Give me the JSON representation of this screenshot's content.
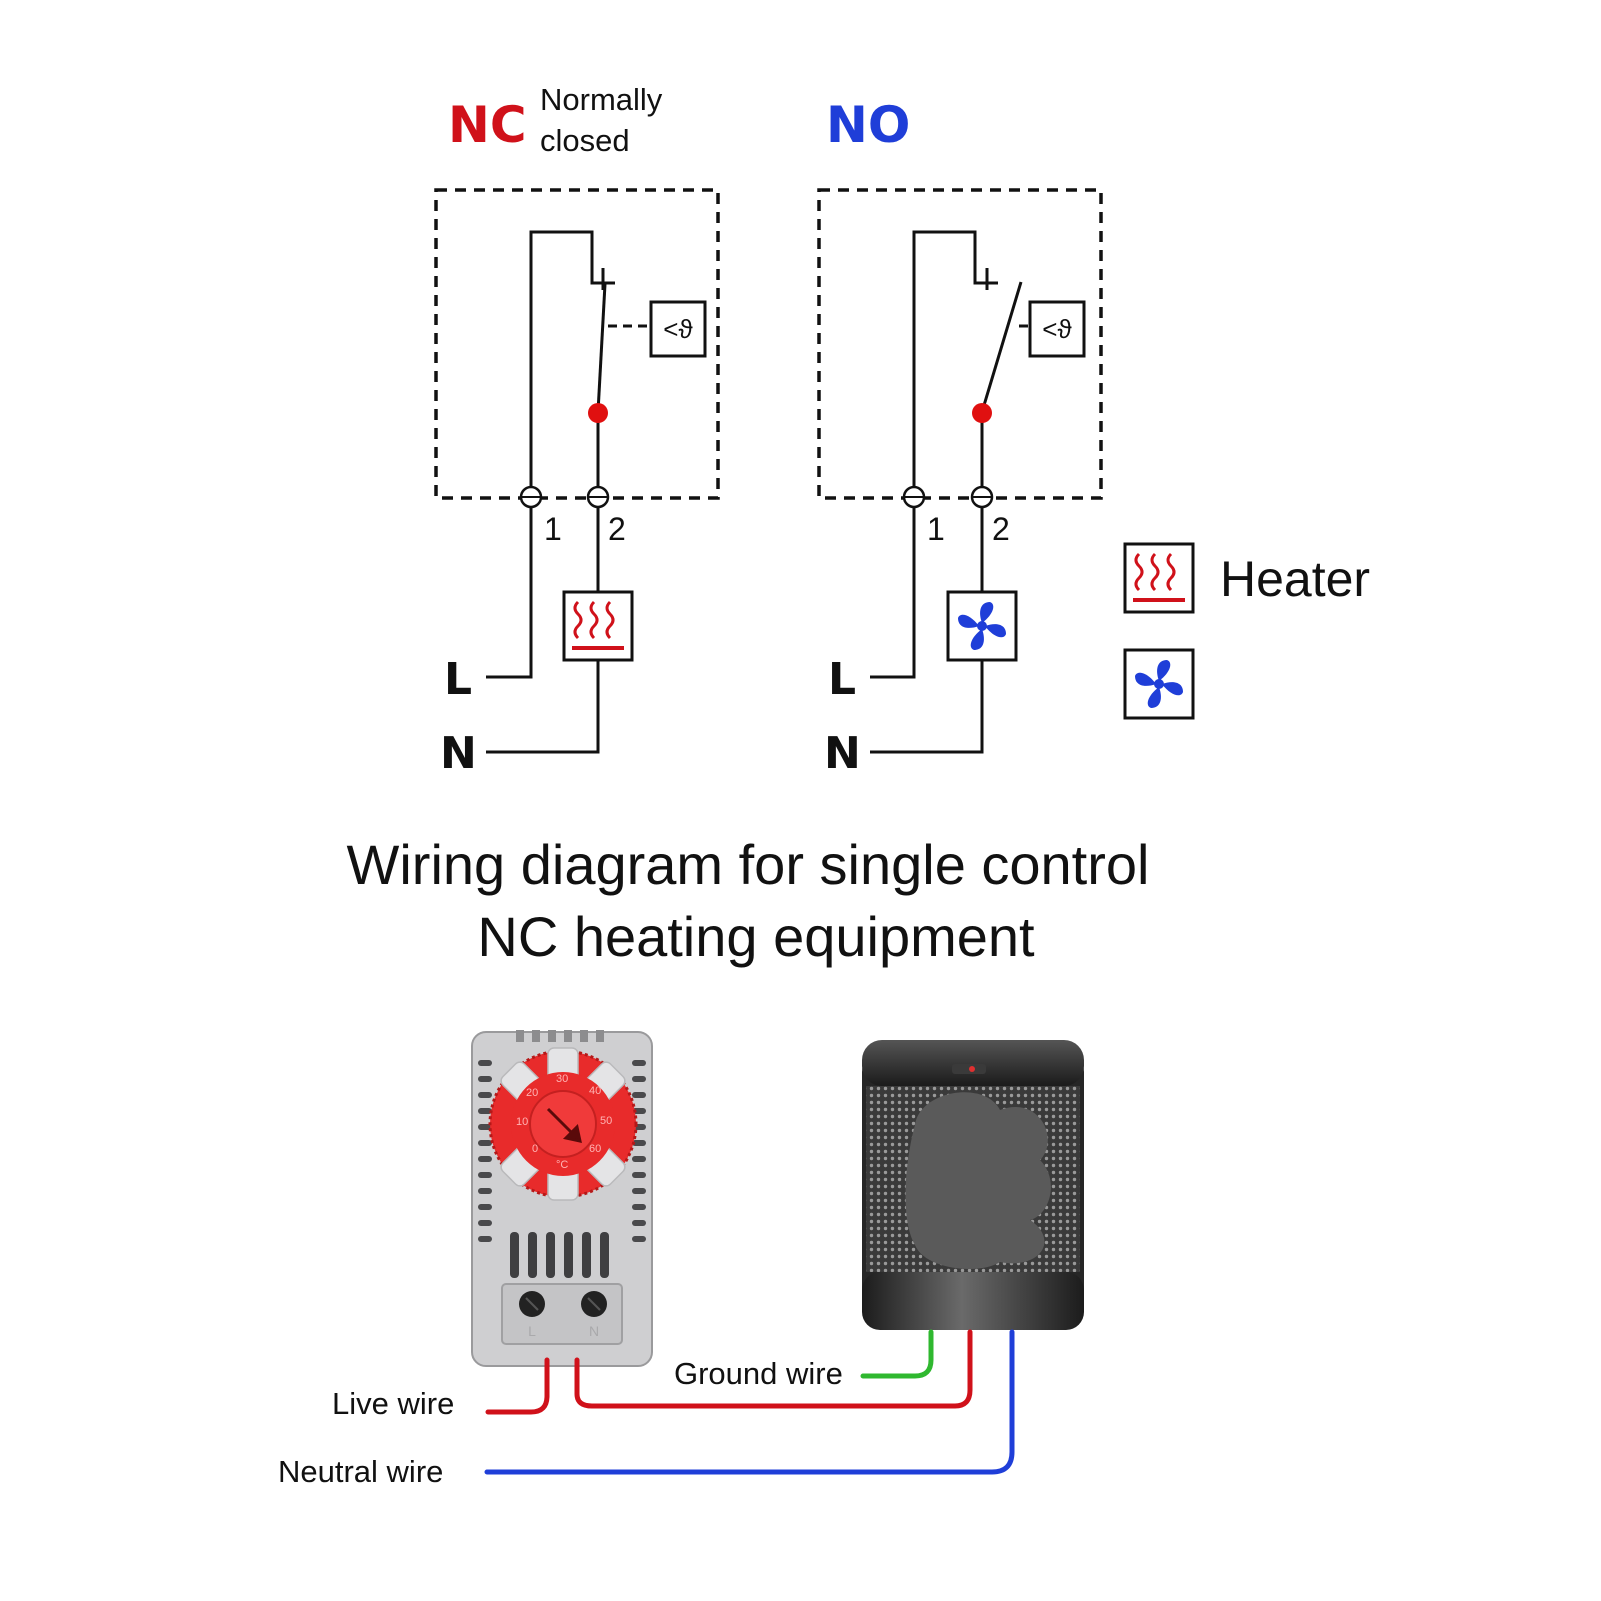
{
  "nc_panel": {
    "code": "NC",
    "desc_line1": "Normally",
    "desc_line2": "closed",
    "terminal_1": "1",
    "terminal_2": "2",
    "line_label": "L",
    "neutral_label": "N"
  },
  "no_panel": {
    "code": "NO",
    "terminal_1": "1",
    "terminal_2": "2",
    "line_label": "L",
    "neutral_label": "N"
  },
  "legend": {
    "heater_label": "Heater"
  },
  "caption": {
    "line1": "Wiring diagram for single control",
    "line2": "NC heating equipment"
  },
  "thermostat": {
    "scale": [
      "0",
      "10",
      "20",
      "30",
      "40",
      "50",
      "60"
    ],
    "unit": "°C",
    "terminal_left": "L",
    "terminal_right": "N"
  },
  "wires": {
    "live": "Live wire",
    "ground": "Ground wire",
    "neutral": "Neutral wire"
  },
  "colors": {
    "nc": "#d0111a",
    "no": "#1f3ed8",
    "live": "#d0111a",
    "ground": "#2fb82f",
    "neutral": "#1f3ed8",
    "dial": "#e82b2b"
  }
}
